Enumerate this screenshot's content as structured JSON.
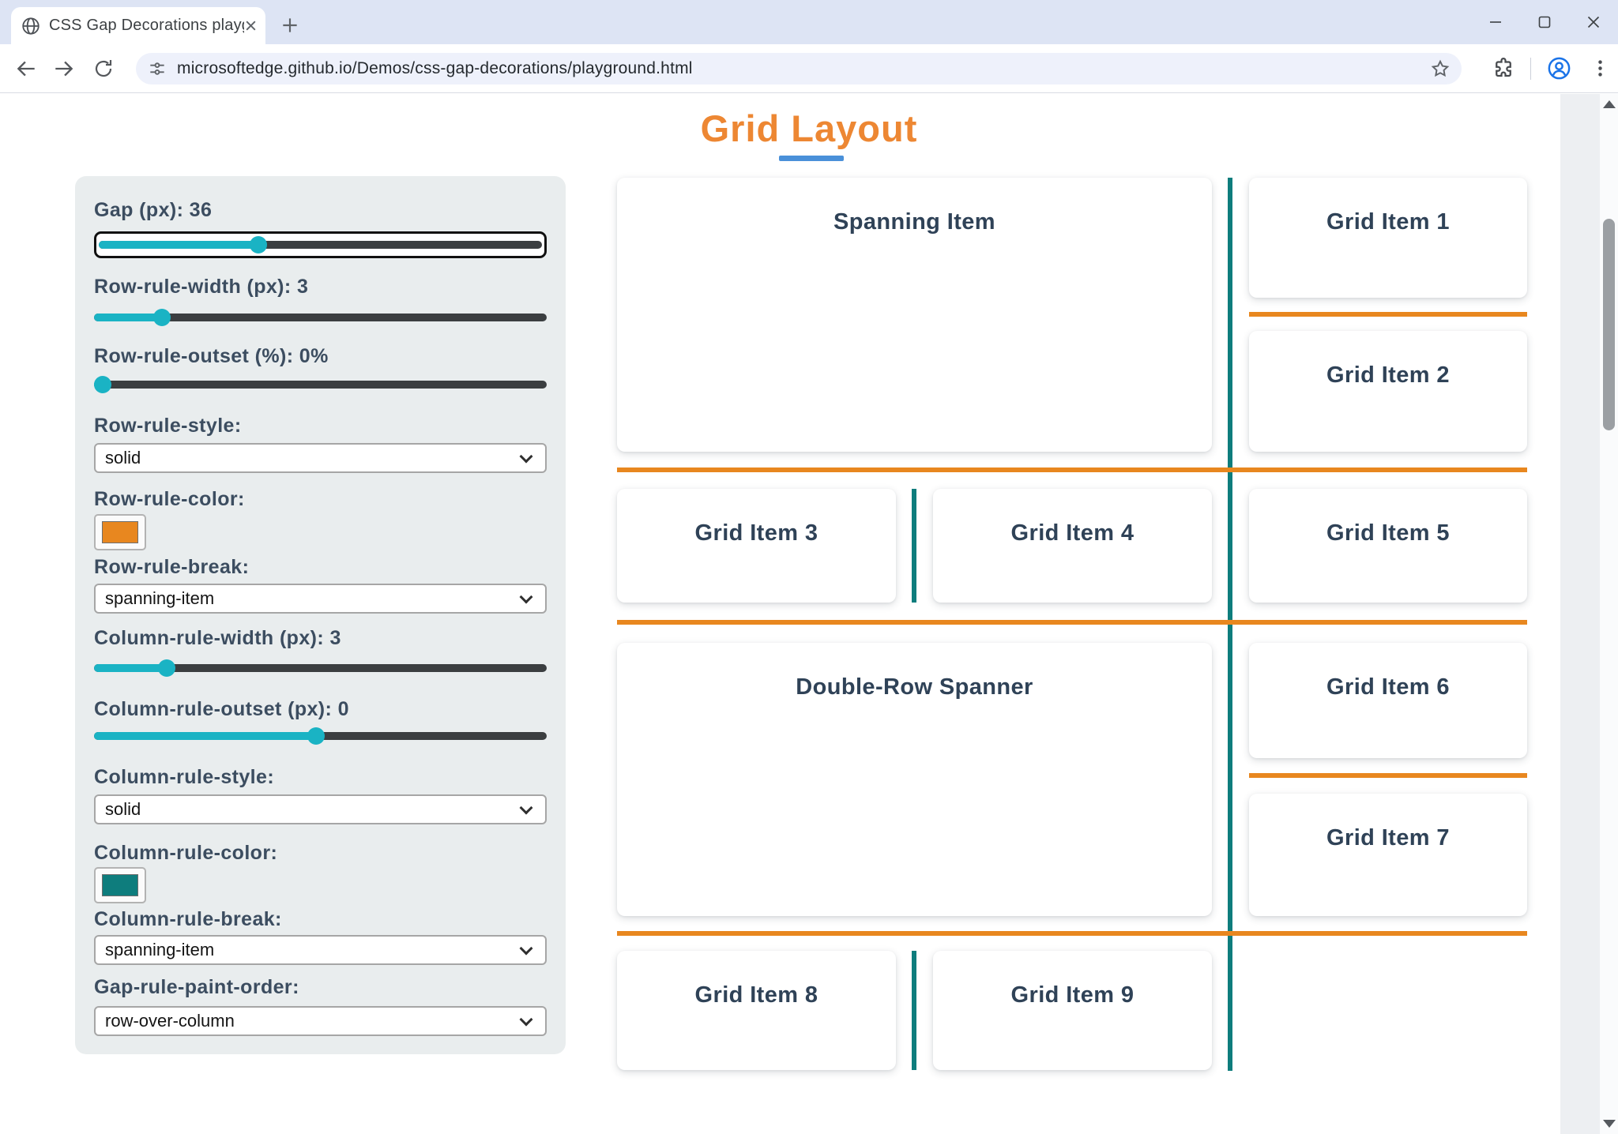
{
  "browser": {
    "tab_title": "CSS Gap Decorations playgroun",
    "url": "microsoftedge.github.io/Demos/css-gap-decorations/playground.html"
  },
  "page": {
    "title": "Grid Layout",
    "theme": {
      "title_orange": "#ed8733",
      "underline_blue": "#4a90d9",
      "slider_teal": "#1ab3c4",
      "row_rule_orange": "#e8871f",
      "column_rule_teal": "#0e7d7d"
    },
    "controls": [
      {
        "id": "gap",
        "type": "slider",
        "label": "Gap (px): 36",
        "value": 36,
        "percent": "36%",
        "focused": true
      },
      {
        "id": "row-rule-width",
        "type": "slider",
        "label": "Row-rule-width (px): 3",
        "value": 3,
        "percent": "15%"
      },
      {
        "id": "row-rule-outset",
        "type": "slider",
        "label": "Row-rule-outset (%): 0%",
        "value": 0,
        "percent": "2%"
      },
      {
        "id": "row-rule-style",
        "type": "select",
        "label": "Row-rule-style:",
        "value": "solid"
      },
      {
        "id": "row-rule-color",
        "type": "color",
        "label": "Row-rule-color:",
        "value": "#e8871f"
      },
      {
        "id": "row-rule-break",
        "type": "select",
        "label": "Row-rule-break:",
        "value": "spanning-item"
      },
      {
        "id": "column-rule-width",
        "type": "slider",
        "label": "Column-rule-width (px): 3",
        "value": 3,
        "percent": "16%"
      },
      {
        "id": "column-rule-outset",
        "type": "slider",
        "label": "Column-rule-outset (px): 0",
        "value": 0,
        "percent": "49%"
      },
      {
        "id": "column-rule-style",
        "type": "select",
        "label": "Column-rule-style:",
        "value": "solid"
      },
      {
        "id": "column-rule-color",
        "type": "color",
        "label": "Column-rule-color:",
        "value": "#0e7d7d"
      },
      {
        "id": "column-rule-break",
        "type": "select",
        "label": "Column-rule-break:",
        "value": "spanning-item"
      },
      {
        "id": "gap-rule-paint-order",
        "type": "select",
        "label": "Gap-rule-paint-order:",
        "value": "row-over-column"
      }
    ],
    "grid": {
      "items": [
        "Spanning Item",
        "Grid Item 1",
        "Grid Item 2",
        "Grid Item 3",
        "Grid Item 4",
        "Grid Item 5",
        "Double-Row Spanner",
        "Grid Item 6",
        "Grid Item 7",
        "Grid Item 8",
        "Grid Item 9"
      ]
    }
  }
}
